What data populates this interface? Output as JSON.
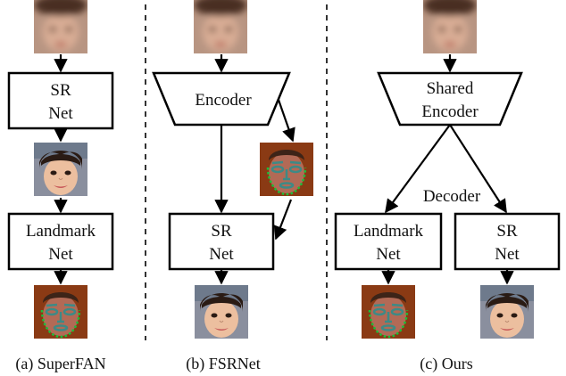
{
  "panels": {
    "superfan": {
      "caption": "(a) SuperFAN",
      "sr_net": [
        "SR",
        "Net"
      ],
      "landmark_net": [
        "Landmark",
        "Net"
      ]
    },
    "fsrnet": {
      "caption": "(b) FSRNet",
      "encoder": "Encoder",
      "sr_net": [
        "SR",
        "Net"
      ]
    },
    "ours": {
      "caption": "(c) Ours",
      "shared_encoder": [
        "Shared",
        "Encoder"
      ],
      "decoder": "Decoder",
      "landmark_net": [
        "Landmark",
        "Net"
      ],
      "sr_net": [
        "SR",
        "Net"
      ]
    }
  },
  "colors": {
    "blurry_face": "#c9a08a",
    "face_skin": "#e9b99c",
    "hair": "#2a1b14",
    "heatmap_bg": "#8a3a14",
    "heatmap_overlay": "#3d8a86",
    "landmark_dots": "#1bbf3a"
  }
}
